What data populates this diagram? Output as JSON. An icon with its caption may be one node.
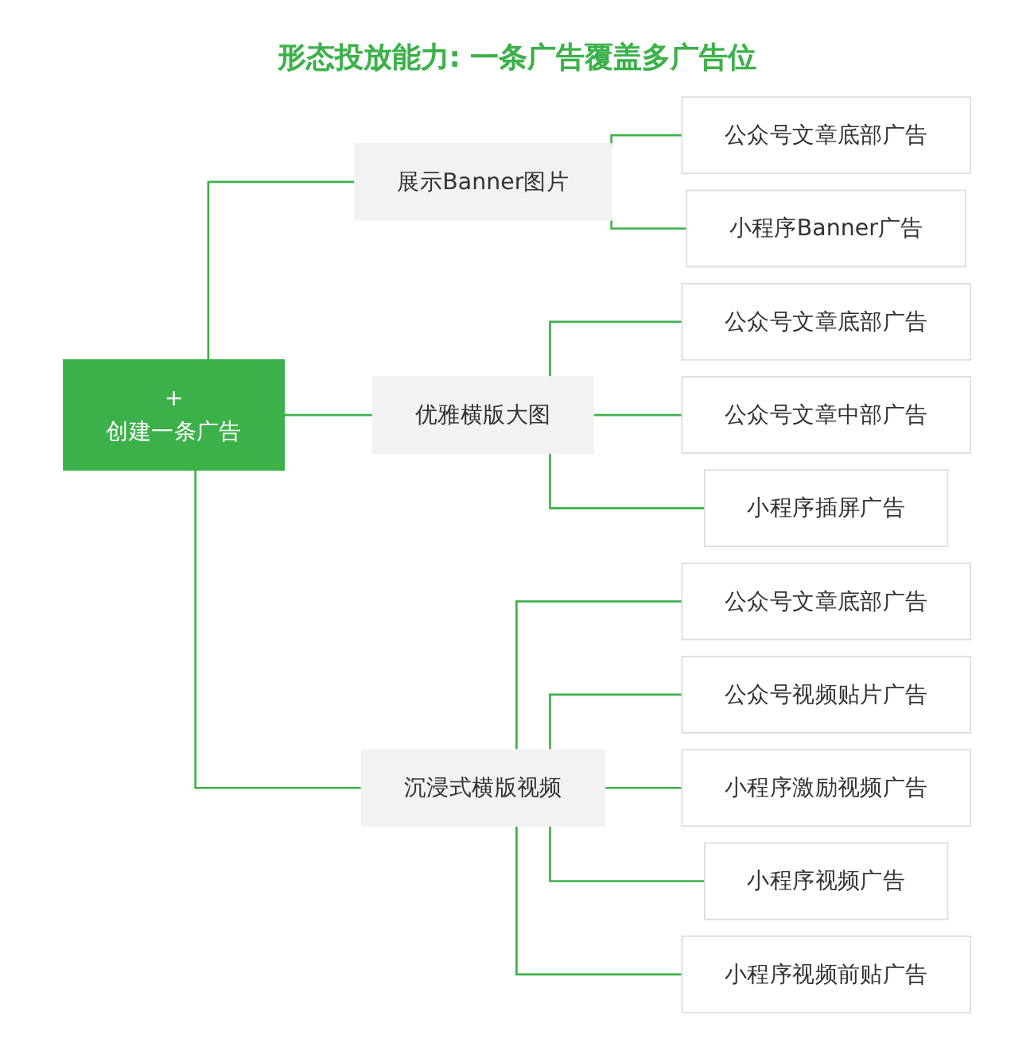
{
  "diagram": {
    "title": "形态投放能力: 一条广告覆盖多广告位",
    "nodes": [
      {
        "text": [
          "+",
          "创建一条广告"
        ]
      },
      {
        "text": [
          "展示Banner图片"
        ]
      },
      {
        "text": [
          "公众号文章底部广告"
        ]
      },
      {
        "text": [
          "小程序Banner广告"
        ]
      },
      {
        "text": [
          "优雅横版大图"
        ]
      },
      {
        "text": [
          "公众号文章底部广告"
        ]
      },
      {
        "text": [
          "公众号文章中部广告"
        ]
      },
      {
        "text": [
          "小程序插屏广告"
        ]
      },
      {
        "text": [
          "沉浸式横版视频"
        ]
      },
      {
        "text": [
          "公众号文章底部广告"
        ]
      },
      {
        "text": [
          "公众号视频贴片广告"
        ]
      },
      {
        "text": [
          "小程序激励视频广告"
        ]
      },
      {
        "text": [
          "小程序视频广告"
        ]
      },
      {
        "text": [
          "小程序视频前贴广告"
        ]
      }
    ],
    "edges": [
      {
        "from": 0,
        "to": 1,
        "arrow": "none"
      },
      {
        "from": 0,
        "to": 4,
        "arrow": "none"
      },
      {
        "from": 0,
        "to": 8,
        "arrow": "none"
      },
      {
        "from": 1,
        "to": 2,
        "arrow": "none"
      },
      {
        "from": 1,
        "to": 3,
        "arrow": "none"
      },
      {
        "from": 4,
        "to": 5,
        "arrow": "none"
      },
      {
        "from": 4,
        "to": 6,
        "arrow": "none"
      },
      {
        "from": 4,
        "to": 7,
        "arrow": "none"
      },
      {
        "from": 8,
        "to": 9,
        "arrow": "none"
      },
      {
        "from": 8,
        "to": 10,
        "arrow": "none"
      },
      {
        "from": 8,
        "to": 11,
        "arrow": "none"
      },
      {
        "from": 8,
        "to": 12,
        "arrow": "none"
      },
      {
        "from": 8,
        "to": 13,
        "arrow": "none"
      }
    ]
  }
}
